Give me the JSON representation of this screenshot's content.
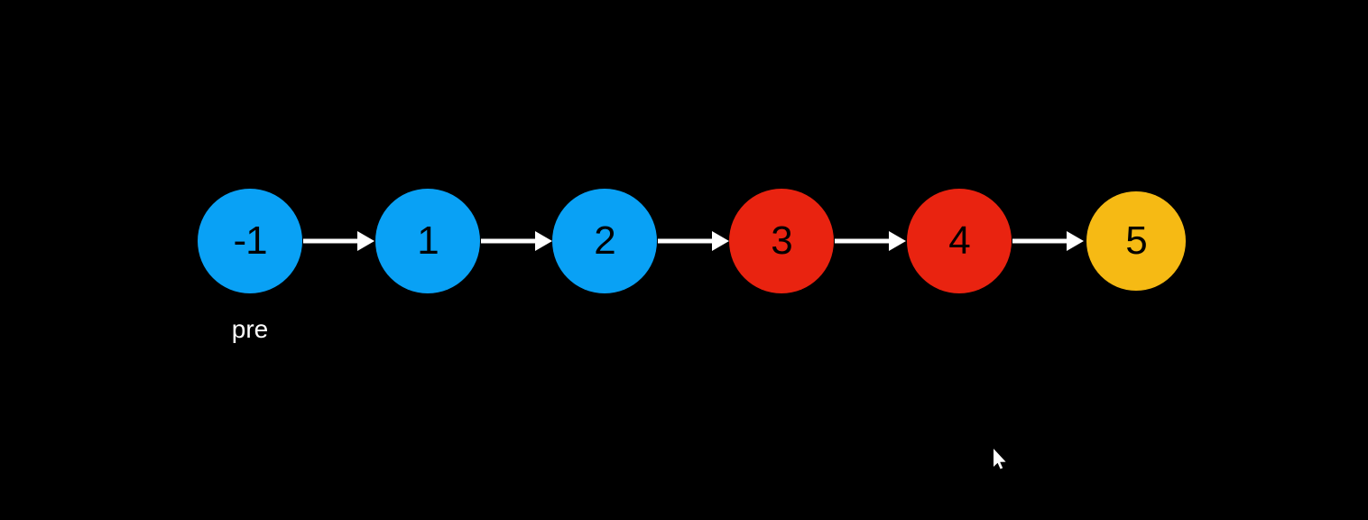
{
  "nodes": [
    {
      "value": "-1",
      "color": "#09a1f5"
    },
    {
      "value": "1",
      "color": "#09a1f5"
    },
    {
      "value": "2",
      "color": "#09a1f5"
    },
    {
      "value": "3",
      "color": "#e92310"
    },
    {
      "value": "4",
      "color": "#e92310"
    },
    {
      "value": "5",
      "color": "#f6ba14"
    }
  ],
  "labels": {
    "pre": "pre"
  },
  "colors": {
    "background": "#000000",
    "arrow": "#ffffff",
    "node_text": "#000000",
    "label_text": "#ffffff",
    "cursor": "#ffffff"
  }
}
